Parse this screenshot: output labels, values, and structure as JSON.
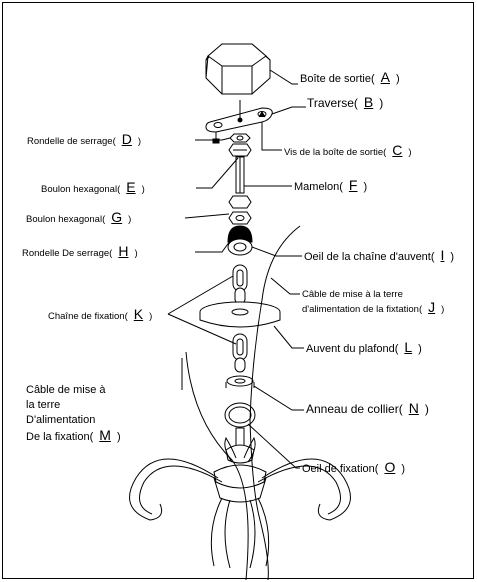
{
  "callouts": [
    {
      "id": "A",
      "name": "Boîte de sortie"
    },
    {
      "id": "B",
      "name": "Traverse"
    },
    {
      "id": "C",
      "name": "Vis de la boîte de sortie"
    },
    {
      "id": "D",
      "name": "Rondelle de serrage"
    },
    {
      "id": "E",
      "name": "Boulon hexagonal"
    },
    {
      "id": "F",
      "name": "Mamelon"
    },
    {
      "id": "G",
      "name": "Boulon hexagonal"
    },
    {
      "id": "H",
      "name": "Rondelle De serrage"
    },
    {
      "id": "I",
      "name": "Oeil de la chaîne d'auvent"
    },
    {
      "id": "J",
      "name_line1": "Câble de mise à la terre",
      "name_line2": "d'alimentation de la fixtation"
    },
    {
      "id": "K",
      "name": "Chaîne de fixation"
    },
    {
      "id": "L",
      "name": "Auvent du plafond"
    },
    {
      "id": "M",
      "name_line1": "Câble de mise à",
      "name_line2": "la terre",
      "name_line3": "D'alimentation",
      "name_line4": "De la fixation"
    },
    {
      "id": "N",
      "name": "Anneau de collier"
    },
    {
      "id": "O",
      "name": "Oeil de fixation"
    }
  ]
}
